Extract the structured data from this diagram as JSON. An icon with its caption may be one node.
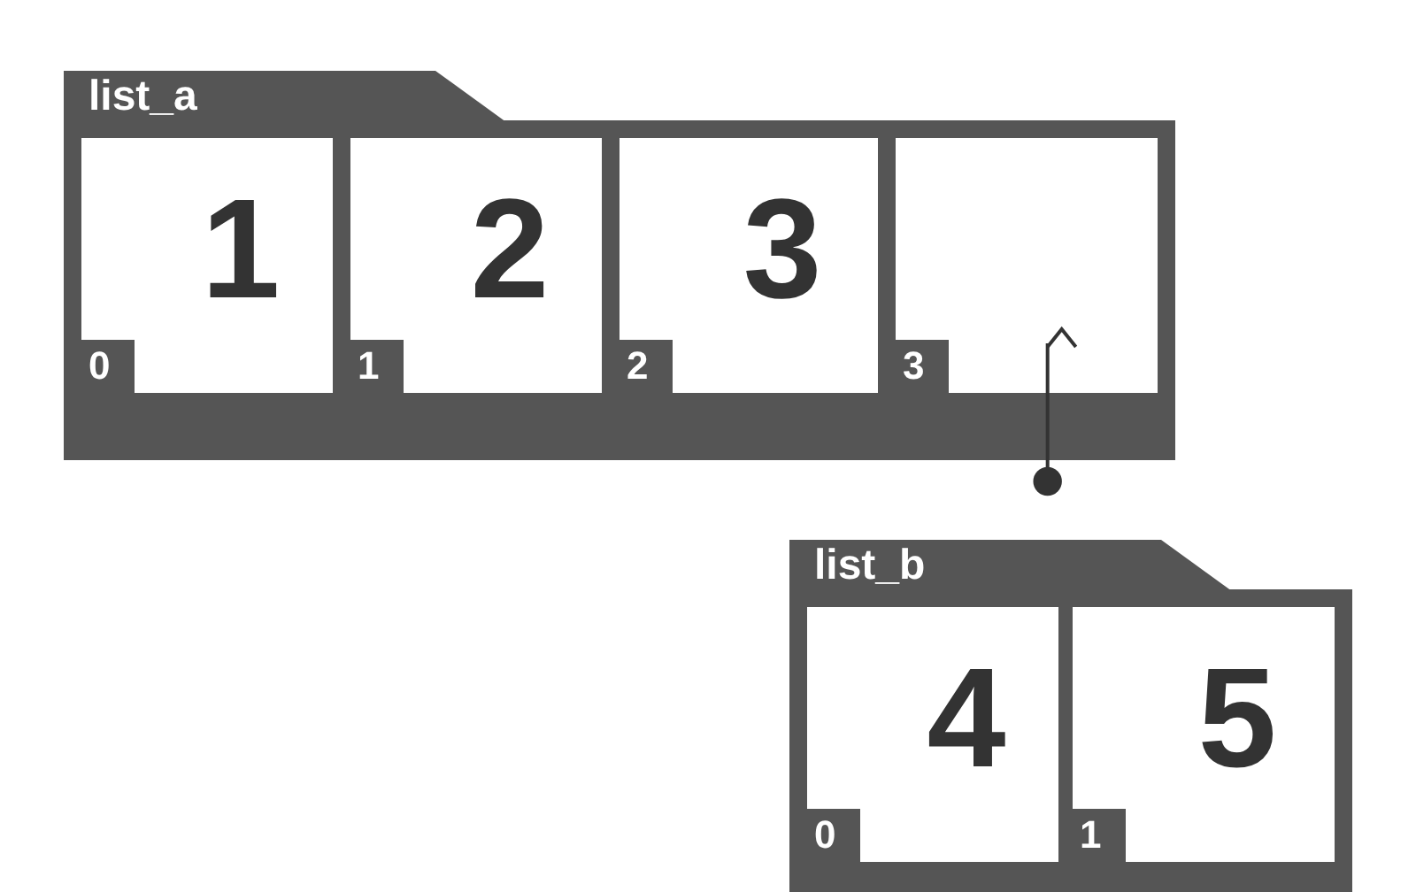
{
  "diagram": {
    "nodes": [
      {
        "text": [
          "list_a"
        ]
      },
      {
        "text": [
          "1",
          "0"
        ],
        "in": 0
      },
      {
        "text": [
          "2",
          "1"
        ],
        "in": 0
      },
      {
        "text": [
          "3",
          "2"
        ],
        "in": 0
      },
      {
        "text": [
          "3"
        ],
        "in": 0
      },
      {
        "text": [
          "list_b"
        ]
      },
      {
        "text": [
          "4",
          "0"
        ],
        "in": 5
      },
      {
        "text": [
          "5",
          "1"
        ],
        "in": 5
      }
    ],
    "edges": [
      {
        "from": null,
        "to": 4,
        "arrow": "to"
      }
    ]
  }
}
